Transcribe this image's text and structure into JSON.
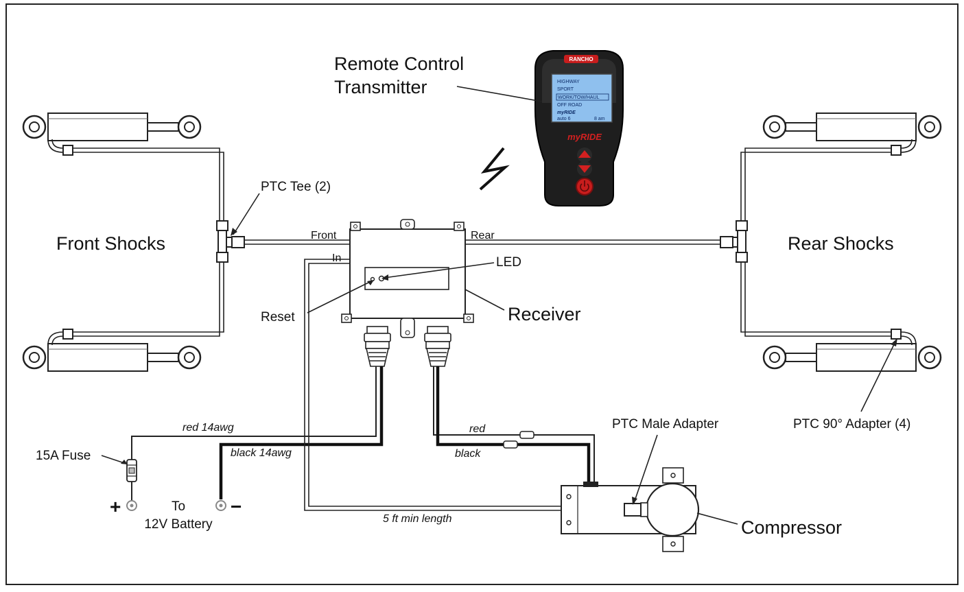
{
  "labels": {
    "remote_line1": "Remote Control",
    "remote_line2": "Transmitter",
    "ptc_tee": "PTC Tee (2)",
    "front_shocks": "Front Shocks",
    "rear_shocks": "Rear Shocks",
    "front": "Front",
    "rear": "Rear",
    "in": "In",
    "led": "LED",
    "reset": "Reset",
    "receiver": "Receiver",
    "red_14awg": "red 14awg",
    "black_14awg": "black 14awg",
    "red": "red",
    "black": "black",
    "fuse": "15A Fuse",
    "plus": "+",
    "minus": "−",
    "battery_line1": "To",
    "battery_line2": "12V Battery",
    "min_length": "5 ft min length",
    "ptc_male": "PTC Male Adapter",
    "ptc_90": "PTC 90° Adapter (4)",
    "compressor": "Compressor"
  },
  "remote_screen": {
    "brand": "RANCHO",
    "items": [
      "HIGHWAY",
      "SPORT",
      "WORK/TOW/HAUL",
      "OFF ROAD"
    ],
    "logo": "myRIDE",
    "footer_left": "auto 6",
    "footer_right": "8 am",
    "device_logo": "myRIDE"
  },
  "colors": {
    "line": "#222222",
    "remote_body": "#1e1e1e",
    "screen": "#8fc0ee",
    "accent_red": "#d32020"
  }
}
